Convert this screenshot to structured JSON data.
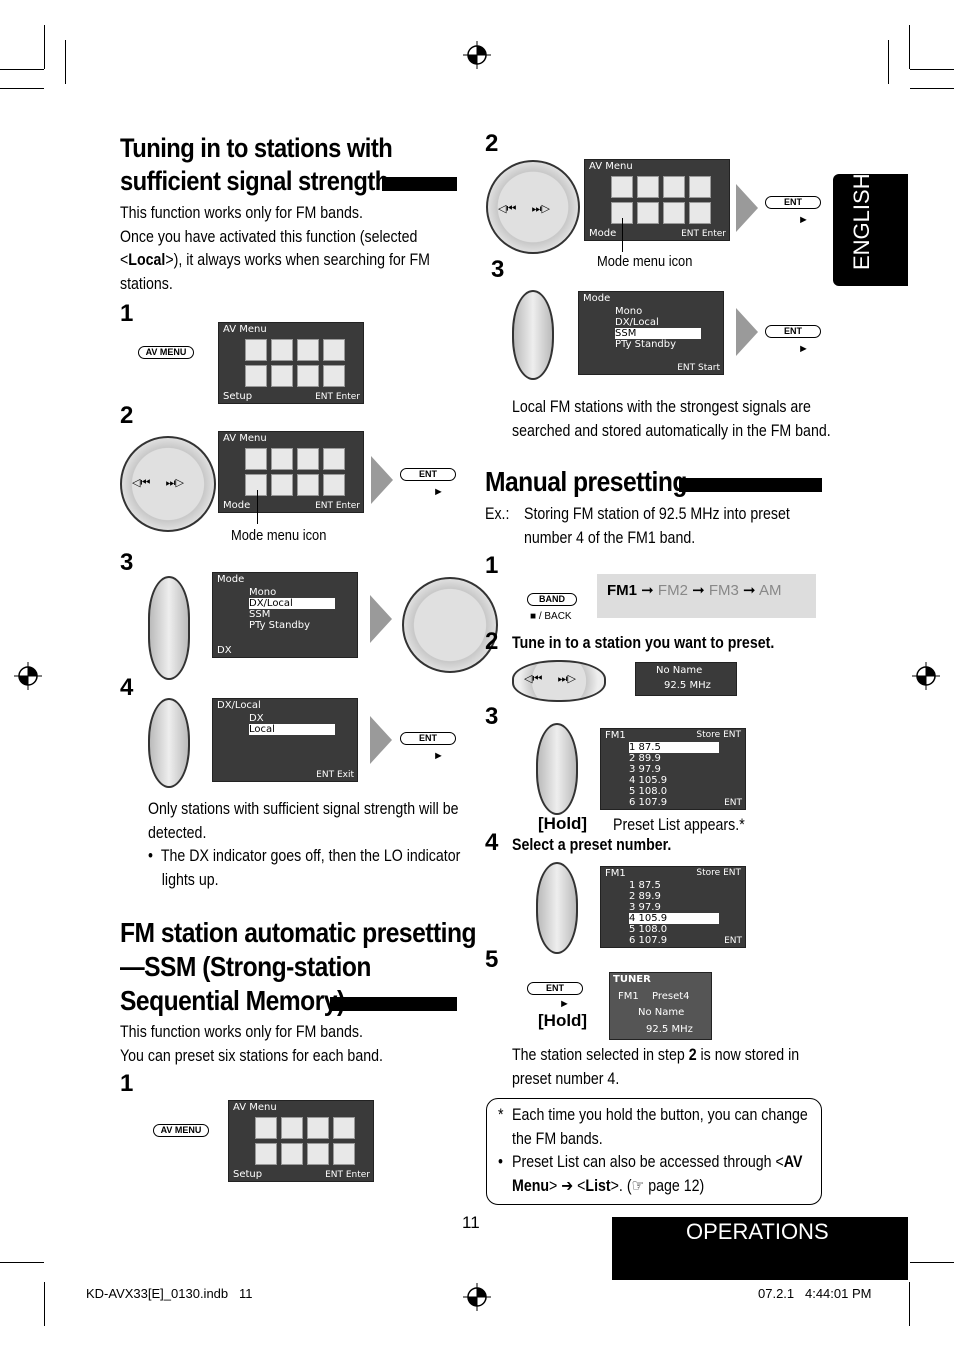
{
  "left": {
    "section1": {
      "title_line1": "Tuning in to stations with",
      "title_line2": "sufficient signal strength",
      "intro_1": "This function works only for FM bands.",
      "intro_2": "Once you have activated this function (selected",
      "intro_3_pre": "<",
      "intro_3_bold": "Local",
      "intro_3_post": ">), it always works when searching for FM",
      "intro_4": "stations.",
      "step1": "1",
      "step2": "2",
      "step3": "3",
      "step4": "4",
      "av_menu_btn": "AV MENU",
      "screen1": {
        "top": "AV Menu",
        "bottom": "Setup",
        "ent": "ENT Enter"
      },
      "screen2": {
        "top": "AV Menu",
        "bottom": "Mode",
        "ent": "ENT Enter"
      },
      "mode_menu_icon": "Mode menu icon",
      "ent_btn": "ENT",
      "screen3": {
        "top": "Mode",
        "items": [
          "Mono",
          "DX/Local",
          "SSM",
          "PTy Standby"
        ],
        "bottom": "DX"
      },
      "screen4": {
        "top": "DX/Local",
        "items": [
          "DX",
          "Local"
        ],
        "ent": "ENT Exit"
      },
      "result_1": "Only stations with sufficient signal strength will be",
      "result_2": "detected.",
      "bullet_1": "The DX indicator goes off, then the LO indicator",
      "bullet_2": "lights up."
    },
    "section2": {
      "title_line1": "FM station automatic presetting",
      "title_line2": "—SSM (Strong-station",
      "title_line3": "Sequential Memory)",
      "intro_1": "This function works only for FM bands.",
      "intro_2": "You can preset six stations for each band.",
      "step1": "1",
      "av_menu_btn": "AV MENU",
      "screen1": {
        "top": "AV Menu",
        "bottom": "Setup",
        "ent": "ENT Enter"
      }
    }
  },
  "right": {
    "ssm": {
      "step2": "2",
      "step3": "3",
      "screen2": {
        "top": "AV Menu",
        "bottom": "Mode",
        "ent": "ENT Enter"
      },
      "mode_menu_icon": "Mode menu icon",
      "ent_btn": "ENT",
      "screen3": {
        "top": "Mode",
        "items": [
          "Mono",
          "DX/Local",
          "SSM",
          "PTy Standby"
        ],
        "ent": "ENT Start"
      },
      "result_1": "Local FM stations with the strongest signals are",
      "result_2": "searched and stored automatically in the FM band."
    },
    "manual": {
      "title": "Manual presetting",
      "ex_label": "Ex.:",
      "ex_1": "Storing FM station of 92.5 MHz into preset",
      "ex_2": "number 4 of the FM1 band.",
      "step1": "1",
      "band_btn": "BAND",
      "band_sub": "■ / BACK",
      "bands": [
        "FM1",
        "FM2",
        "FM3",
        "AM"
      ],
      "step2": "2",
      "step2_text": "Tune in to a station you want to preset.",
      "tune_display": {
        "line1": "No Name",
        "line2": "92.5 MHz"
      },
      "step3": "3",
      "hold": "[Hold]",
      "preset_appears": "Preset List appears.*",
      "preset_screen_a": {
        "top": "FM1",
        "store": "Store ENT",
        "items": [
          "1 87.5",
          "2 89.9",
          "3 97.9",
          "4 105.9",
          "5 108.0",
          "6 107.9"
        ],
        "ent": "ENT"
      },
      "step4": "4",
      "step4_text": "Select a preset number.",
      "preset_screen_b": {
        "top": "FM1",
        "store": "Store ENT",
        "items": [
          "1 87.5",
          "2 89.9",
          "3 97.9",
          "4 105.9",
          "5 108.0",
          "6 107.9"
        ],
        "ent": "ENT"
      },
      "step5": "5",
      "ent_btn": "ENT",
      "hold5": "[Hold]",
      "tuner_display": {
        "top": "TUNER",
        "band": "FM1",
        "preset": "Preset4",
        "name": "No Name",
        "freq": "92.5 MHz"
      },
      "stored_1_pre": "The station selected in step ",
      "stored_1_bold": "2",
      "stored_1_post": " is now stored in",
      "stored_2": "preset number 4."
    },
    "note": {
      "star": "*",
      "line1": "Each time you hold the button, you can change",
      "line2": "the FM bands.",
      "bullet": "•",
      "line3_pre": "Preset List can also be accessed through <",
      "line3_bold": "AV",
      "line4_bold1": "Menu",
      "line4_mid": "> ➔ <",
      "line4_bold2": "List",
      "line4_post": ">. (☞ page 12)"
    }
  },
  "side_tab": "ENGLISH",
  "page_number": "11",
  "operations": "OPERATIONS",
  "footer_left": "KD-AVX33[E]_0130.indb   11",
  "footer_right": "07.2.1   4:44:01 PM"
}
